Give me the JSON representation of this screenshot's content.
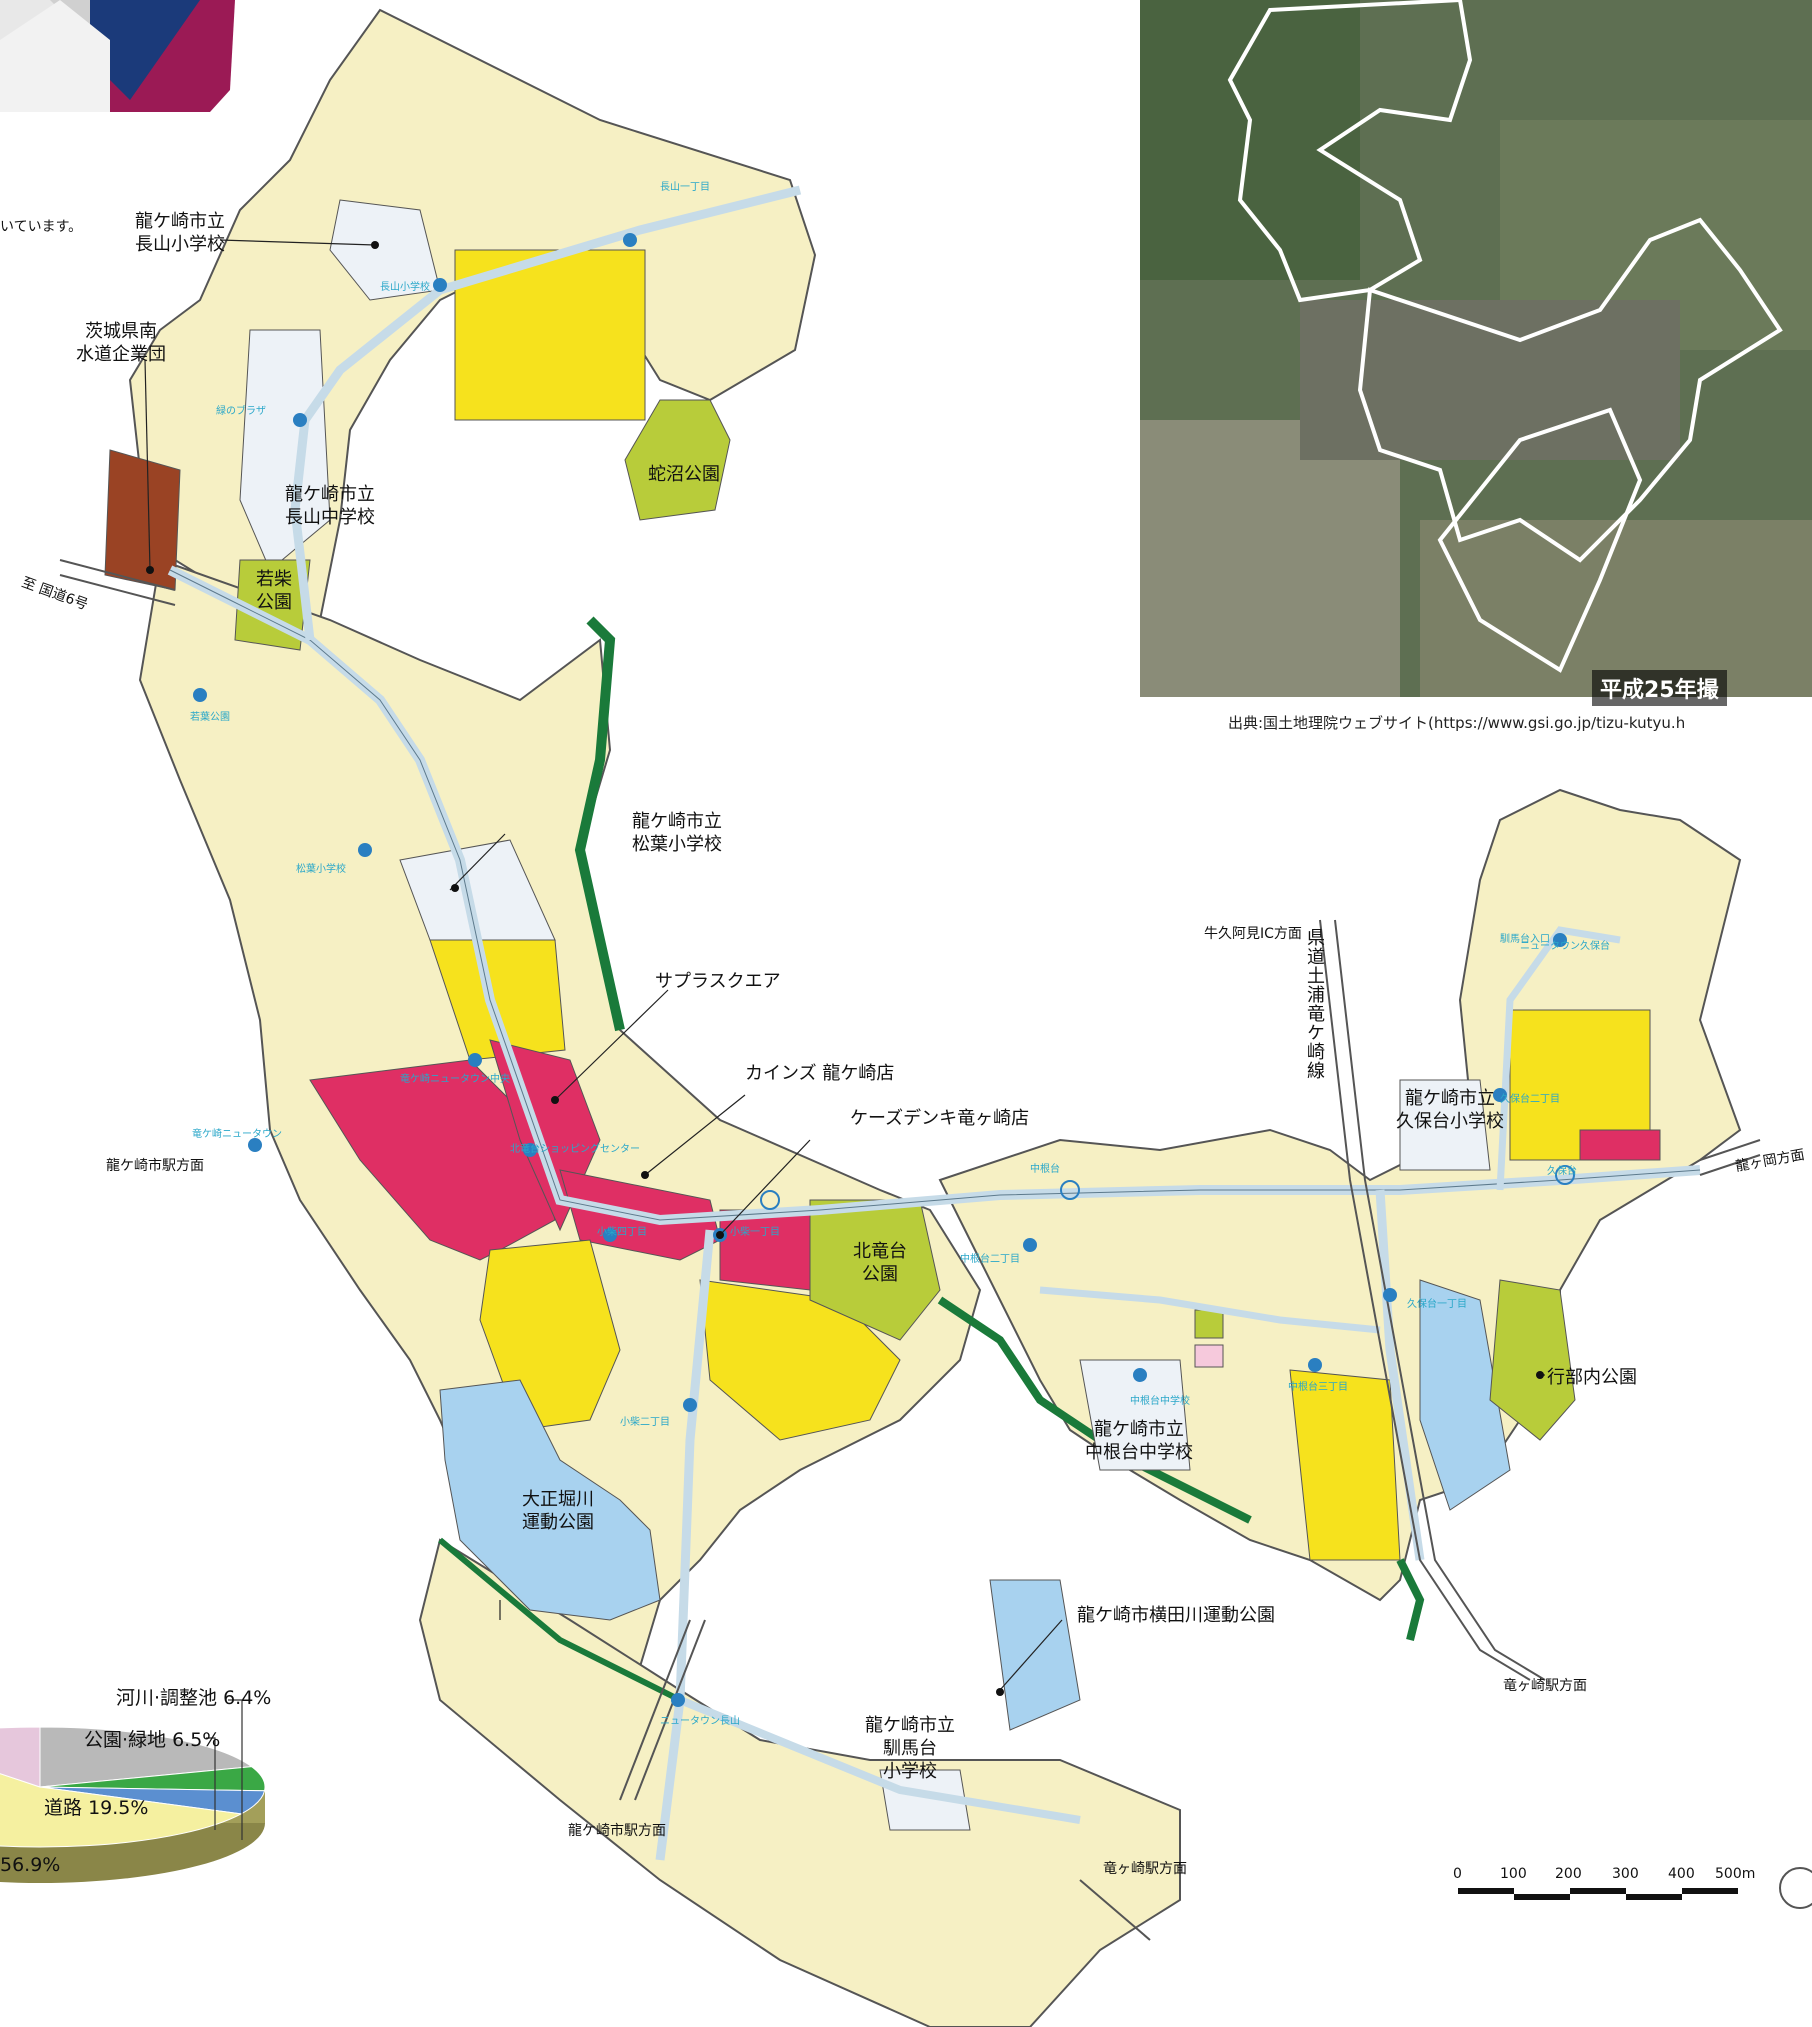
{
  "labels": {
    "nagayama_elem": [
      "龍ケ崎市立",
      "長山小学校"
    ],
    "suido": [
      "茨城県南",
      "水道企業団"
    ],
    "jyanuma": "蛇沼公園",
    "nagayama_jhs": [
      "龍ケ崎市立",
      "長山中学校"
    ],
    "wakashiba": [
      "若柴",
      "公園"
    ],
    "route6": "至 国道6号",
    "shoyo_elem": [
      "龍ケ崎市立",
      "松葉小学校"
    ],
    "saplasquare": "サプラスクエア",
    "cainz": "カインズ 龍ケ崎店",
    "ksdenki": "ケーズデンキ竜ヶ崎店",
    "kitaryugadai": [
      "北竜台",
      "公園"
    ],
    "ryugasakishi_st_w": "龍ケ崎市駅方面",
    "ushiku_ic": "牛久阿見IC方面",
    "prefroad": "県道土浦竜ケ崎線",
    "kubodai_elem": [
      "龍ケ崎市立",
      "久保台小学校"
    ],
    "ryugaoka": "龍ヶ岡方面",
    "gyobuuchi": "行部内公園",
    "nakanedai_jhs": [
      "龍ケ崎市立",
      "中根台中学校"
    ],
    "taishohorikawa": [
      "大正堀川",
      "運動公園"
    ],
    "yokotagawa": "龍ケ崎市横田川運動公園",
    "ryugasaki_st_1": "竜ヶ崎駅方面",
    "haibadai_elem": [
      "龍ケ崎市立",
      "馴馬台",
      "小学校"
    ],
    "ryugasakishi_st_s": "龍ケ崎市駅方面",
    "ryugasaki_st_2": "竜ヶ崎駅方面",
    "caption_fragment": "いています。"
  },
  "stops": [
    "長山一丁目",
    "長山小学校",
    "緑のブラザ",
    "若葉公園",
    "松葉小学校",
    "竜ケ崎ニュータウン中央",
    "竜ケ崎ニュータウン",
    "北竜台ショッピングセンター",
    "小柴四丁目",
    "小柴一丁目",
    "小柴二丁目",
    "中根台",
    "中根台二丁目",
    "中根台中学校",
    "中根台三丁目",
    "久保台一丁目",
    "久保台二丁目",
    "久保台",
    "ニュータウン久保台",
    "馴馬台入口",
    "ニュータウン長山"
  ],
  "photo": {
    "caption": "平成25年撮",
    "source": "出典:国土地理院ウェブサイト(https://www.gsi.go.jp/tizu-kutyu.h"
  },
  "chart_data": {
    "type": "pie",
    "categories": [
      "道路",
      "公園·緑地",
      "河川·調整池",
      "",
      ""
    ],
    "values": [
      19.5,
      6.5,
      6.4,
      56.9,
      10.7
    ],
    "value_labels": [
      "19.5%",
      "6.5%",
      "6.4%",
      "56.9%",
      ""
    ],
    "colors": [
      "#b9b9b9",
      "#3aa845",
      "#5b8fd0",
      "#f5f0a0",
      "#e6c7dc"
    ]
  },
  "scale": {
    "ticks": [
      "0",
      "100",
      "200",
      "300",
      "400",
      "500m"
    ]
  },
  "colors": {
    "residential": "#f6f0c4",
    "commercial": "#df2f64",
    "school": "#edf2f7",
    "park": "#b8cc3a",
    "sports": "#a8d2ef",
    "yellow": "#f6e21d",
    "utility": "#9a4324",
    "greenbelt": "#1a7a3a",
    "road": "#c6dbe8",
    "sea_edge": "#9b1a55",
    "navy": "#1b3a7a"
  }
}
